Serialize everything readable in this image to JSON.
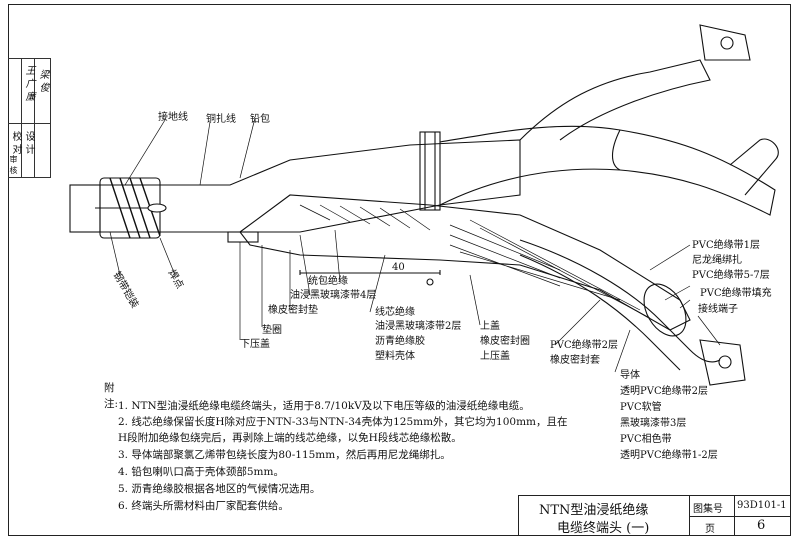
{
  "sidebar": {
    "texts": [
      "校对",
      "审核",
      "设计"
    ],
    "signatures": [
      "王广廉",
      "梁俊"
    ]
  },
  "labels": {
    "ground_wire": "接地线",
    "copper_tie": "铜扎线",
    "lead_sheath": "铅包",
    "steel_armor": "钢带铠装",
    "solder_point": "焊点",
    "lower_cover": "下压盖",
    "gasket": "垫圈",
    "rubber_seal_gasket": "橡皮密封垫",
    "oil_glass_tape_4": "油浸黑玻璃漆带4层",
    "shell_insulation": "统包绝缘",
    "dimension_40": "40",
    "core_insulation": "线芯绝缘",
    "oil_glass_tape_2": "油浸黑玻璃漆带2层",
    "asphalt_glue": "沥青绝缘胶",
    "plastic_shell": "塑料壳体",
    "upper_cover": "上盖",
    "rubber_seal_ring": "橡皮密封圈",
    "upper_press_cover": "上压盖",
    "pvc_tape_2": "PVC绝缘带2层",
    "rubber_seal_sleeve": "橡皮密封套",
    "pvc_tape_1": "PVC绝缘带1层",
    "nylon_rope": "尼龙绳绑扎",
    "pvc_tape_5_7": "PVC绝缘带5-7层",
    "pvc_filling": "PVC绝缘带填充",
    "terminal": "接线端子",
    "conductor": "导体",
    "clear_pvc_2": "透明PVC绝缘带2层",
    "pvc_tube": "PVC软管",
    "black_glass_tape_3": "黑玻璃漆带3层",
    "pvc_phase_tape": "PVC相色带",
    "clear_pvc_1_2": "透明PVC绝缘带1-2层"
  },
  "notes": {
    "title": "附注:",
    "items": [
      "1.  NTN型油浸纸绝缘电缆终端头，适用于8.7/10kV及以下电压等级的油浸纸绝缘电缆。",
      "2.  线芯绝缘保留长度H除对应于NTN-33与NTN-34壳体为125mm外，其它均为100mm，且在",
      "     H段附加绝缘包绕完后，再剥除上端的线芯绝缘，以免H段线芯绝缘松散。",
      "3.  导体端部聚氯乙烯带包绕长度为80-115mm，然后再用尼龙绳绑扎。",
      "4.  铅包喇叭口高于壳体颈部5mm。",
      "5.  沥青绝缘胶根据各地区的气候情况选用。",
      "6.  终端头所需材料由厂家配套供给。"
    ]
  },
  "title_block": {
    "title_line1": "NTN型油浸纸绝缘",
    "title_line2": "电缆终端头 (一)",
    "atlas_label": "图集号",
    "atlas_number": "93D101-1",
    "page_label": "页",
    "page_number": "6"
  }
}
